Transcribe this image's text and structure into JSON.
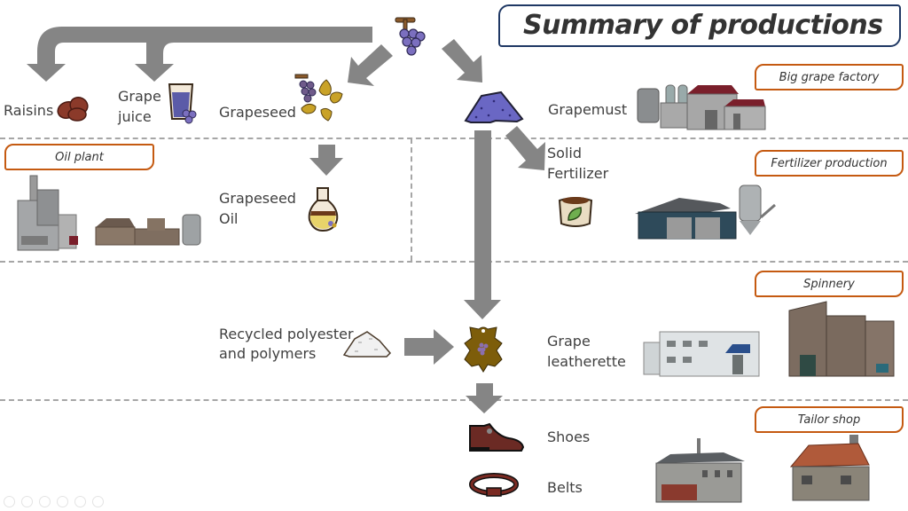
{
  "title": "Summary of productions",
  "colors": {
    "arrow": "#858585",
    "title_border": "#1f3864",
    "tag_border": "#c55a11",
    "grape": "#7b6fbf",
    "grapemust": "#6a67c4",
    "seed": "#c9a227",
    "leather": "#7d5d0a",
    "shoe": "#6b2a24",
    "divider": "#a6a6a6"
  },
  "products": {
    "raisins": "Raisins",
    "grape_juice": [
      "Grape",
      "juice"
    ],
    "grapeseed": "Grapeseed",
    "grapemust": "Grapemust",
    "solid_fertilizer": [
      "Solid",
      "Fertilizer"
    ],
    "grapeseed_oil": [
      "Grapeseed",
      "Oil"
    ],
    "recycled_polyester": [
      "Recycled polyester",
      "and polymers"
    ],
    "grape_leatherette": [
      "Grape",
      "leatherette"
    ],
    "shoes": "Shoes",
    "belts": "Belts"
  },
  "factories": {
    "big_grape_factory": "Big grape factory",
    "oil_plant": "Oil plant",
    "fertilizer_production": "Fertilizer production",
    "spinnery": "Spinnery",
    "tailor_shop": "Tailor shop"
  },
  "icons": {
    "source": "grape-bunch-icon",
    "raisins": "raisins-icon",
    "grape_juice": "juice-glass-icon",
    "grapeseed": "grapeseed-icon",
    "grapemust": "grapemust-pile-icon",
    "fertilizer": "fertilizer-sack-icon",
    "oil": "oil-flask-icon",
    "polyester": "polyester-pile-icon",
    "leatherette": "leather-hide-icon",
    "shoes": "shoe-icon",
    "belts": "belt-icon"
  },
  "slide_controls": [
    "previous-icon",
    "next-icon",
    "pen-icon",
    "slides-icon",
    "zoom-icon",
    "more-icon"
  ]
}
